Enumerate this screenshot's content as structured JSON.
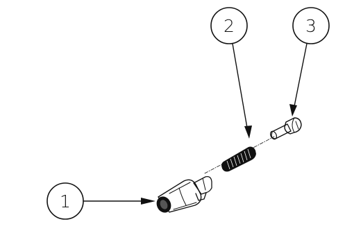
{
  "callouts": [
    {
      "label": "1"
    },
    {
      "label": "2"
    },
    {
      "label": "3"
    }
  ],
  "colors": {
    "ink": "#111111",
    "background": "#ffffff"
  }
}
